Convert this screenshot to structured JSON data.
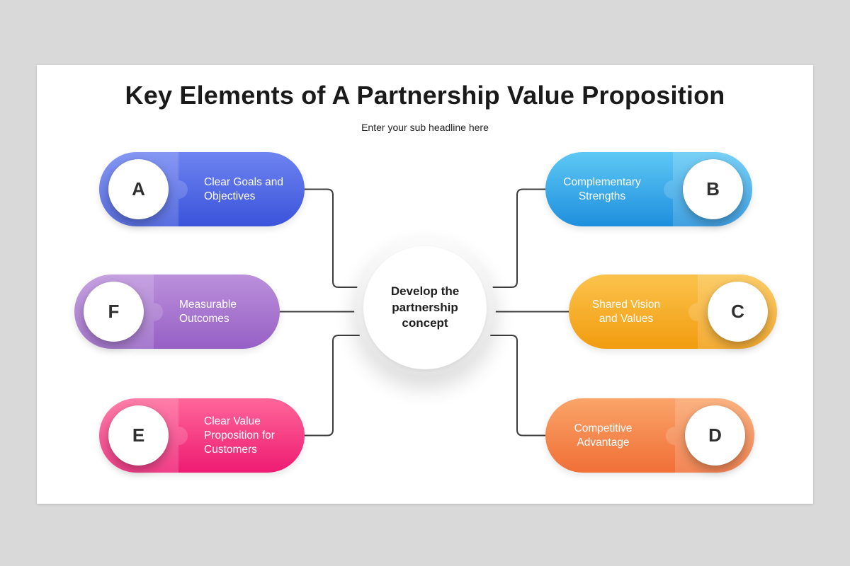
{
  "background_color": "#d9d9d9",
  "slide": {
    "title": "Key Elements of A Partnership Value Proposition",
    "subtitle": "Enter your sub headline here",
    "center_text": "Develop the partnership concept"
  },
  "items": [
    {
      "letter": "A",
      "label": "Clear Goals and Objectives",
      "side": "left",
      "row": "top",
      "color_top": "#6e84f1",
      "color_bottom": "#3a53da"
    },
    {
      "letter": "F",
      "label": "Measurable Outcomes",
      "side": "left",
      "row": "middle",
      "color_top": "#bb90dc",
      "color_bottom": "#9660c4"
    },
    {
      "letter": "E",
      "label": "Clear Value Proposition for Customers",
      "side": "left",
      "row": "bottom",
      "color_top": "#ff6699",
      "color_bottom": "#ee1b72"
    },
    {
      "letter": "B",
      "label": "Complementary Strengths",
      "side": "right",
      "row": "top",
      "color_top": "#5ec8f5",
      "color_bottom": "#1e8fdd"
    },
    {
      "letter": "C",
      "label": "Shared Vision and Values",
      "side": "right",
      "row": "middle",
      "color_top": "#fbc34c",
      "color_bottom": "#f29c0f"
    },
    {
      "letter": "D",
      "label": "Competitive Advantage",
      "side": "right",
      "row": "bottom",
      "color_top": "#faa469",
      "color_bottom": "#f06f36"
    }
  ],
  "connector_color": "#3c3c3c"
}
